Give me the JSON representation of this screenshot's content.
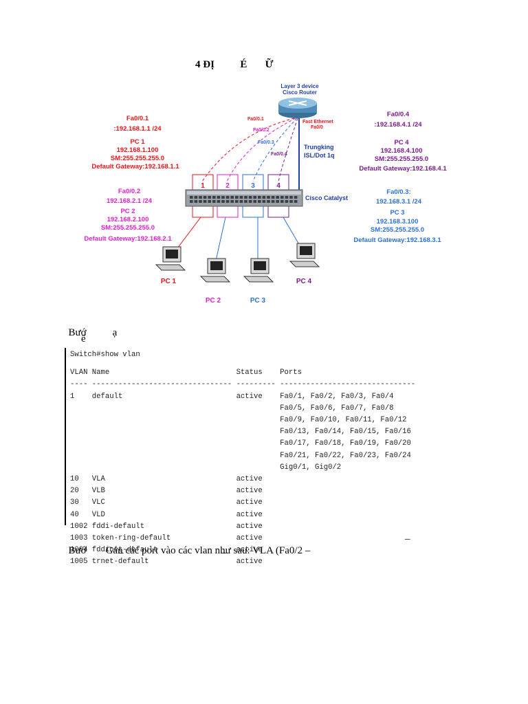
{
  "title": "4 ĐỊ          É       Ữ",
  "diagram": {
    "router_title_1": "Layer 3 device",
    "router_title_2": "Cisco Router",
    "fast_ethernet_1": "Fast Ethernet",
    "fast_ethernet_2": "Fa0/0",
    "trunk_1": "Trungking",
    "trunk_2": "ISL/Dot 1q",
    "switch_label": "Cisco Catalyst",
    "sub_fa01": "Fa0/0.1",
    "sub_fa02": "Fa0/0.2",
    "sub_fa03": "Fa0/0.3",
    "sub_fa04": "Fa0/0.4",
    "port_numbers": [
      "1",
      "2",
      "3",
      "4"
    ],
    "colors": {
      "pc1": "#e8141b",
      "pc2": "#e020c8",
      "pc3": "#2c6fd6",
      "pc4": "#7a1b8c",
      "trunk": "#1f3fa8"
    },
    "pc1": {
      "iface": "Fa0/0.1",
      "ip_mask": ":192.168.1.1 /24",
      "name": "PC 1",
      "ip": "192.168.1.100",
      "sm": "SM:255.255.255.0",
      "gw": "Default Gateway:192.168.1.1",
      "caption": "PC 1"
    },
    "pc2": {
      "iface": "Fa0/0.2",
      "ip_mask": "192.168.2.1 /24",
      "name": "PC 2",
      "ip": "192.168.2.100",
      "sm": "SM:255.255.255.0",
      "gw": "Default Gateway:192.168.2.1",
      "caption": "PC 2"
    },
    "pc3": {
      "iface": "Fa0/0.3:",
      "ip_mask": "192.168.3.1 /24",
      "name": "PC 3",
      "ip": "192.168.3.100",
      "sm": "SM:255.255.255.0",
      "gw": "Default Gateway:192.168.3.1",
      "caption": "PC 3"
    },
    "pc4": {
      "iface": "Fa0/0.4",
      "ip_mask": ":192.168.4.1 /24",
      "name": "PC 4",
      "ip": "192.168.4.100",
      "sm": "SM:255.255.255.0",
      "gw": "Default Gateway:192.168.4.1",
      "caption": "PC 4"
    }
  },
  "step1": {
    "prefix": "Bướ",
    "suffix": "ạ"
  },
  "step1_sub": "ể",
  "console": {
    "command": "Switch#show vlan",
    "header": "VLAN Name                             Status    Ports",
    "separator": "---- -------------------------------- --------- -------------------------------",
    "rows": [
      "1    default                          active    Fa0/1, Fa0/2, Fa0/3, Fa0/4",
      "                                                Fa0/5, Fa0/6, Fa0/7, Fa0/8",
      "                                                Fa0/9, Fa0/10, Fa0/11, Fa0/12",
      "                                                Fa0/13, Fa0/14, Fa0/15, Fa0/16",
      "                                                Fa0/17, Fa0/18, Fa0/19, Fa0/20",
      "                                                Fa0/21, Fa0/22, Fa0/23, Fa0/24",
      "                                                Gig0/1, Gig0/2",
      "10   VLA                              active",
      "20   VLB                              active",
      "30   VLC                              active",
      "40   VLD                              active",
      "1002 fddi-default                     active",
      "1003 token-ring-default               active",
      "1004 fddinet-default                  active",
      "1005 trnet-default                    active"
    ]
  },
  "step2": {
    "prefix": "Bướ",
    "text": "Gán các port vào các vlan như sau: VLA (Fa0/2 –",
    "dash": "–"
  },
  "step2_line2": {
    "dash1": "–",
    "dash2": "–"
  }
}
